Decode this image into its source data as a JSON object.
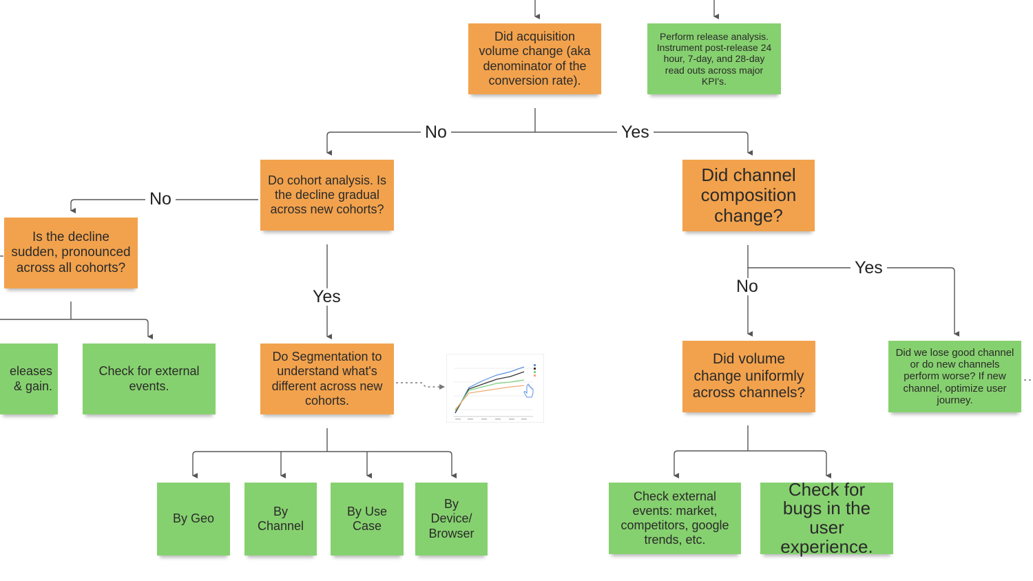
{
  "nodes": {
    "acquisition_question": "Did acquisition volume change (aka denominator of the conversion rate).",
    "release_analysis": "Perform release analysis. Instrument post-release 24 hour, 7-day, and 28-day read outs across major KPI's.",
    "cohort_analysis": "Do cohort analysis. Is the decline gradual across new cohorts?",
    "channel_composition": "Did channel composition change?",
    "sudden_decline": "Is the decline sudden, pronounced across all cohorts?",
    "releases_again": "eleases & gain.",
    "external_events": "Check for external events.",
    "segmentation": "Do Segmentation to understand what's different across new cohorts.",
    "volume_uniform": "Did volume change uniformly across channels?",
    "lose_good_channel": "Did we lose good channel or do new channels perform worse? If new channel, optimize user journey.",
    "by_geo": "By Geo",
    "by_channel": "By Channel",
    "by_use_case": "By Use Case",
    "by_device": "By Device/ Browser",
    "check_external_market": "Check external events: market, competitors, google trends, etc.",
    "check_bugs": "Check for bugs in the user experience."
  },
  "labels": {
    "no_top": "No",
    "yes_top": "Yes",
    "no_left": "No",
    "yes_cohort": "Yes",
    "yes_channel": "Yes",
    "no_channel": "No"
  },
  "colors": {
    "question": "#f2a24d",
    "action": "#86d16f",
    "connector": "#555555",
    "dotted_connector": "#777777"
  },
  "thumbnail_chart": {
    "series_colors": [
      "#5b8fe0",
      "#333333",
      "#7ad07a",
      "#f3a870"
    ],
    "cursor": "pointer-hand-icon"
  }
}
